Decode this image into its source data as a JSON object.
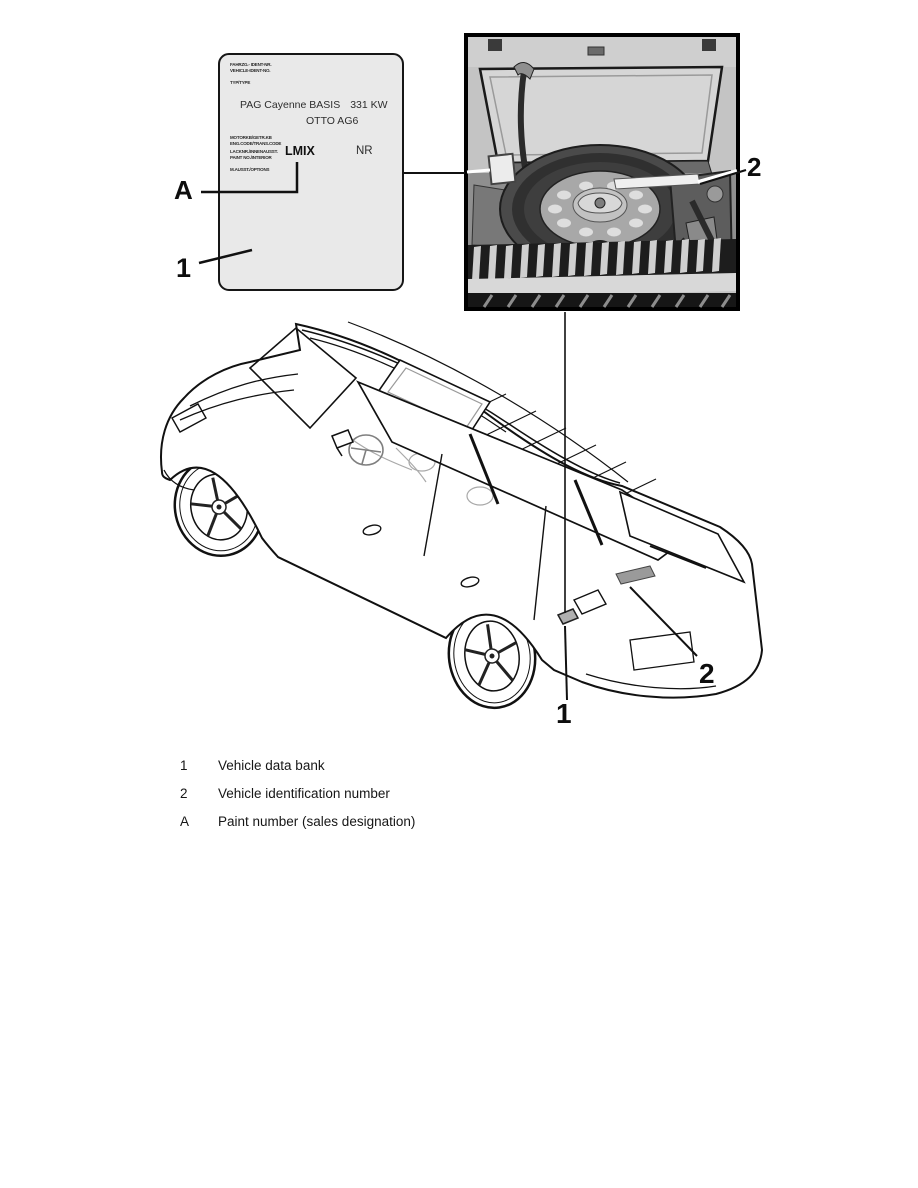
{
  "vehicle_data_label": {
    "field_vin_de": "FAHRZG.- IDENT-NR.",
    "field_vin_en": "VEHICLE-IDENT-NO.",
    "field_type": "TYP/TYPE",
    "model": "PAG Cayenne BASIS",
    "power": "331 KW",
    "engine": "OTTO AG6",
    "field_engine_de": "MOTORKB/GETR.KB",
    "field_engine_en": "ENG.CODE/TRANS.CODE",
    "field_paint_de": "LACKNR./INNENAUSST.",
    "field_paint_en": "PAINT NO./INTERIOR",
    "paint_code": "LMIX",
    "interior_code": "NR",
    "field_options": "M.AUSST./OPTIONS"
  },
  "callouts": {
    "data_bank": "1",
    "vin": "2",
    "paint": "A"
  },
  "legend": {
    "items": [
      {
        "key": "1",
        "label": "Vehicle data bank"
      },
      {
        "key": "2",
        "label": "Vehicle identification number"
      },
      {
        "key": "A",
        "label": "Paint number (sales designation)"
      }
    ]
  },
  "colors": {
    "label_fill": "#e9e9e9",
    "line": "#111111",
    "photo_gray": "#c4c4c4"
  }
}
